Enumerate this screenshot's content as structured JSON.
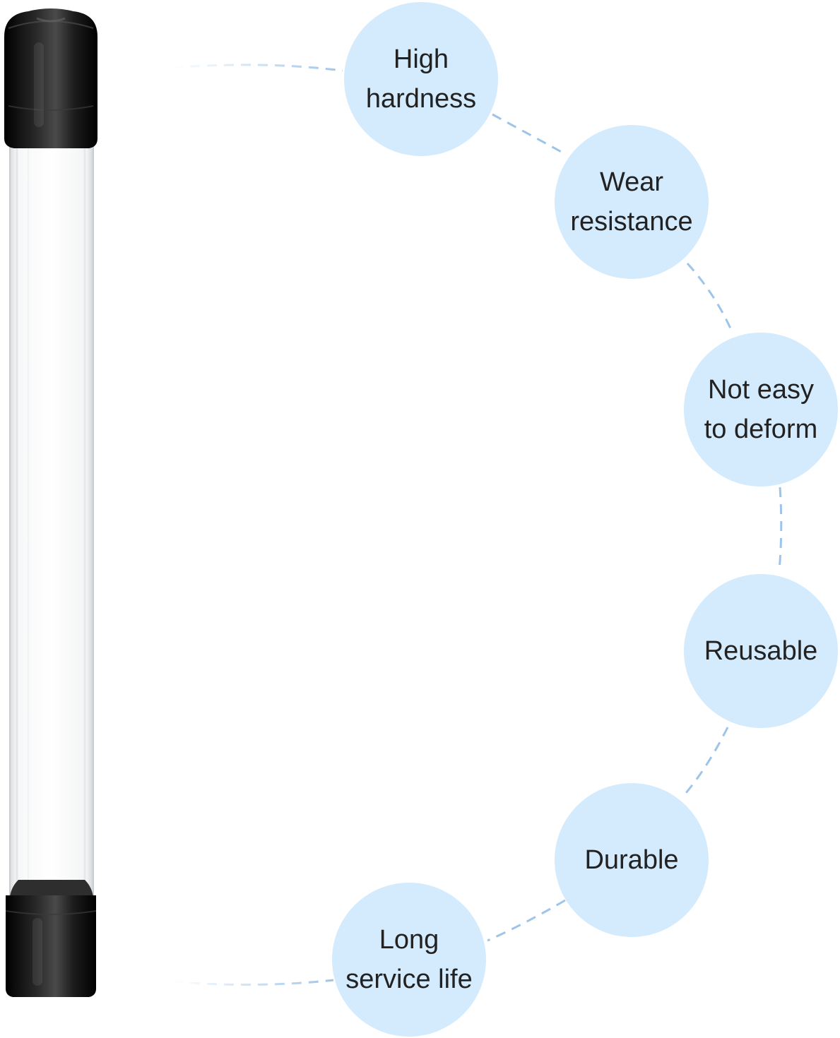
{
  "features": [
    {
      "label": "High\nhardness"
    },
    {
      "label": "Wear\nresistance"
    },
    {
      "label": "Not easy\nto deform"
    },
    {
      "label": "Reusable"
    },
    {
      "label": "Durable"
    },
    {
      "label": "Long\nservice life"
    }
  ],
  "colors": {
    "circle_fill": "#d4ebfd",
    "connector": "#9ec4ea",
    "cap": "#111111",
    "tube_edge": "#cfd3d6"
  },
  "icons": {
    "product": "clear-tube-with-black-end-caps-icon"
  }
}
